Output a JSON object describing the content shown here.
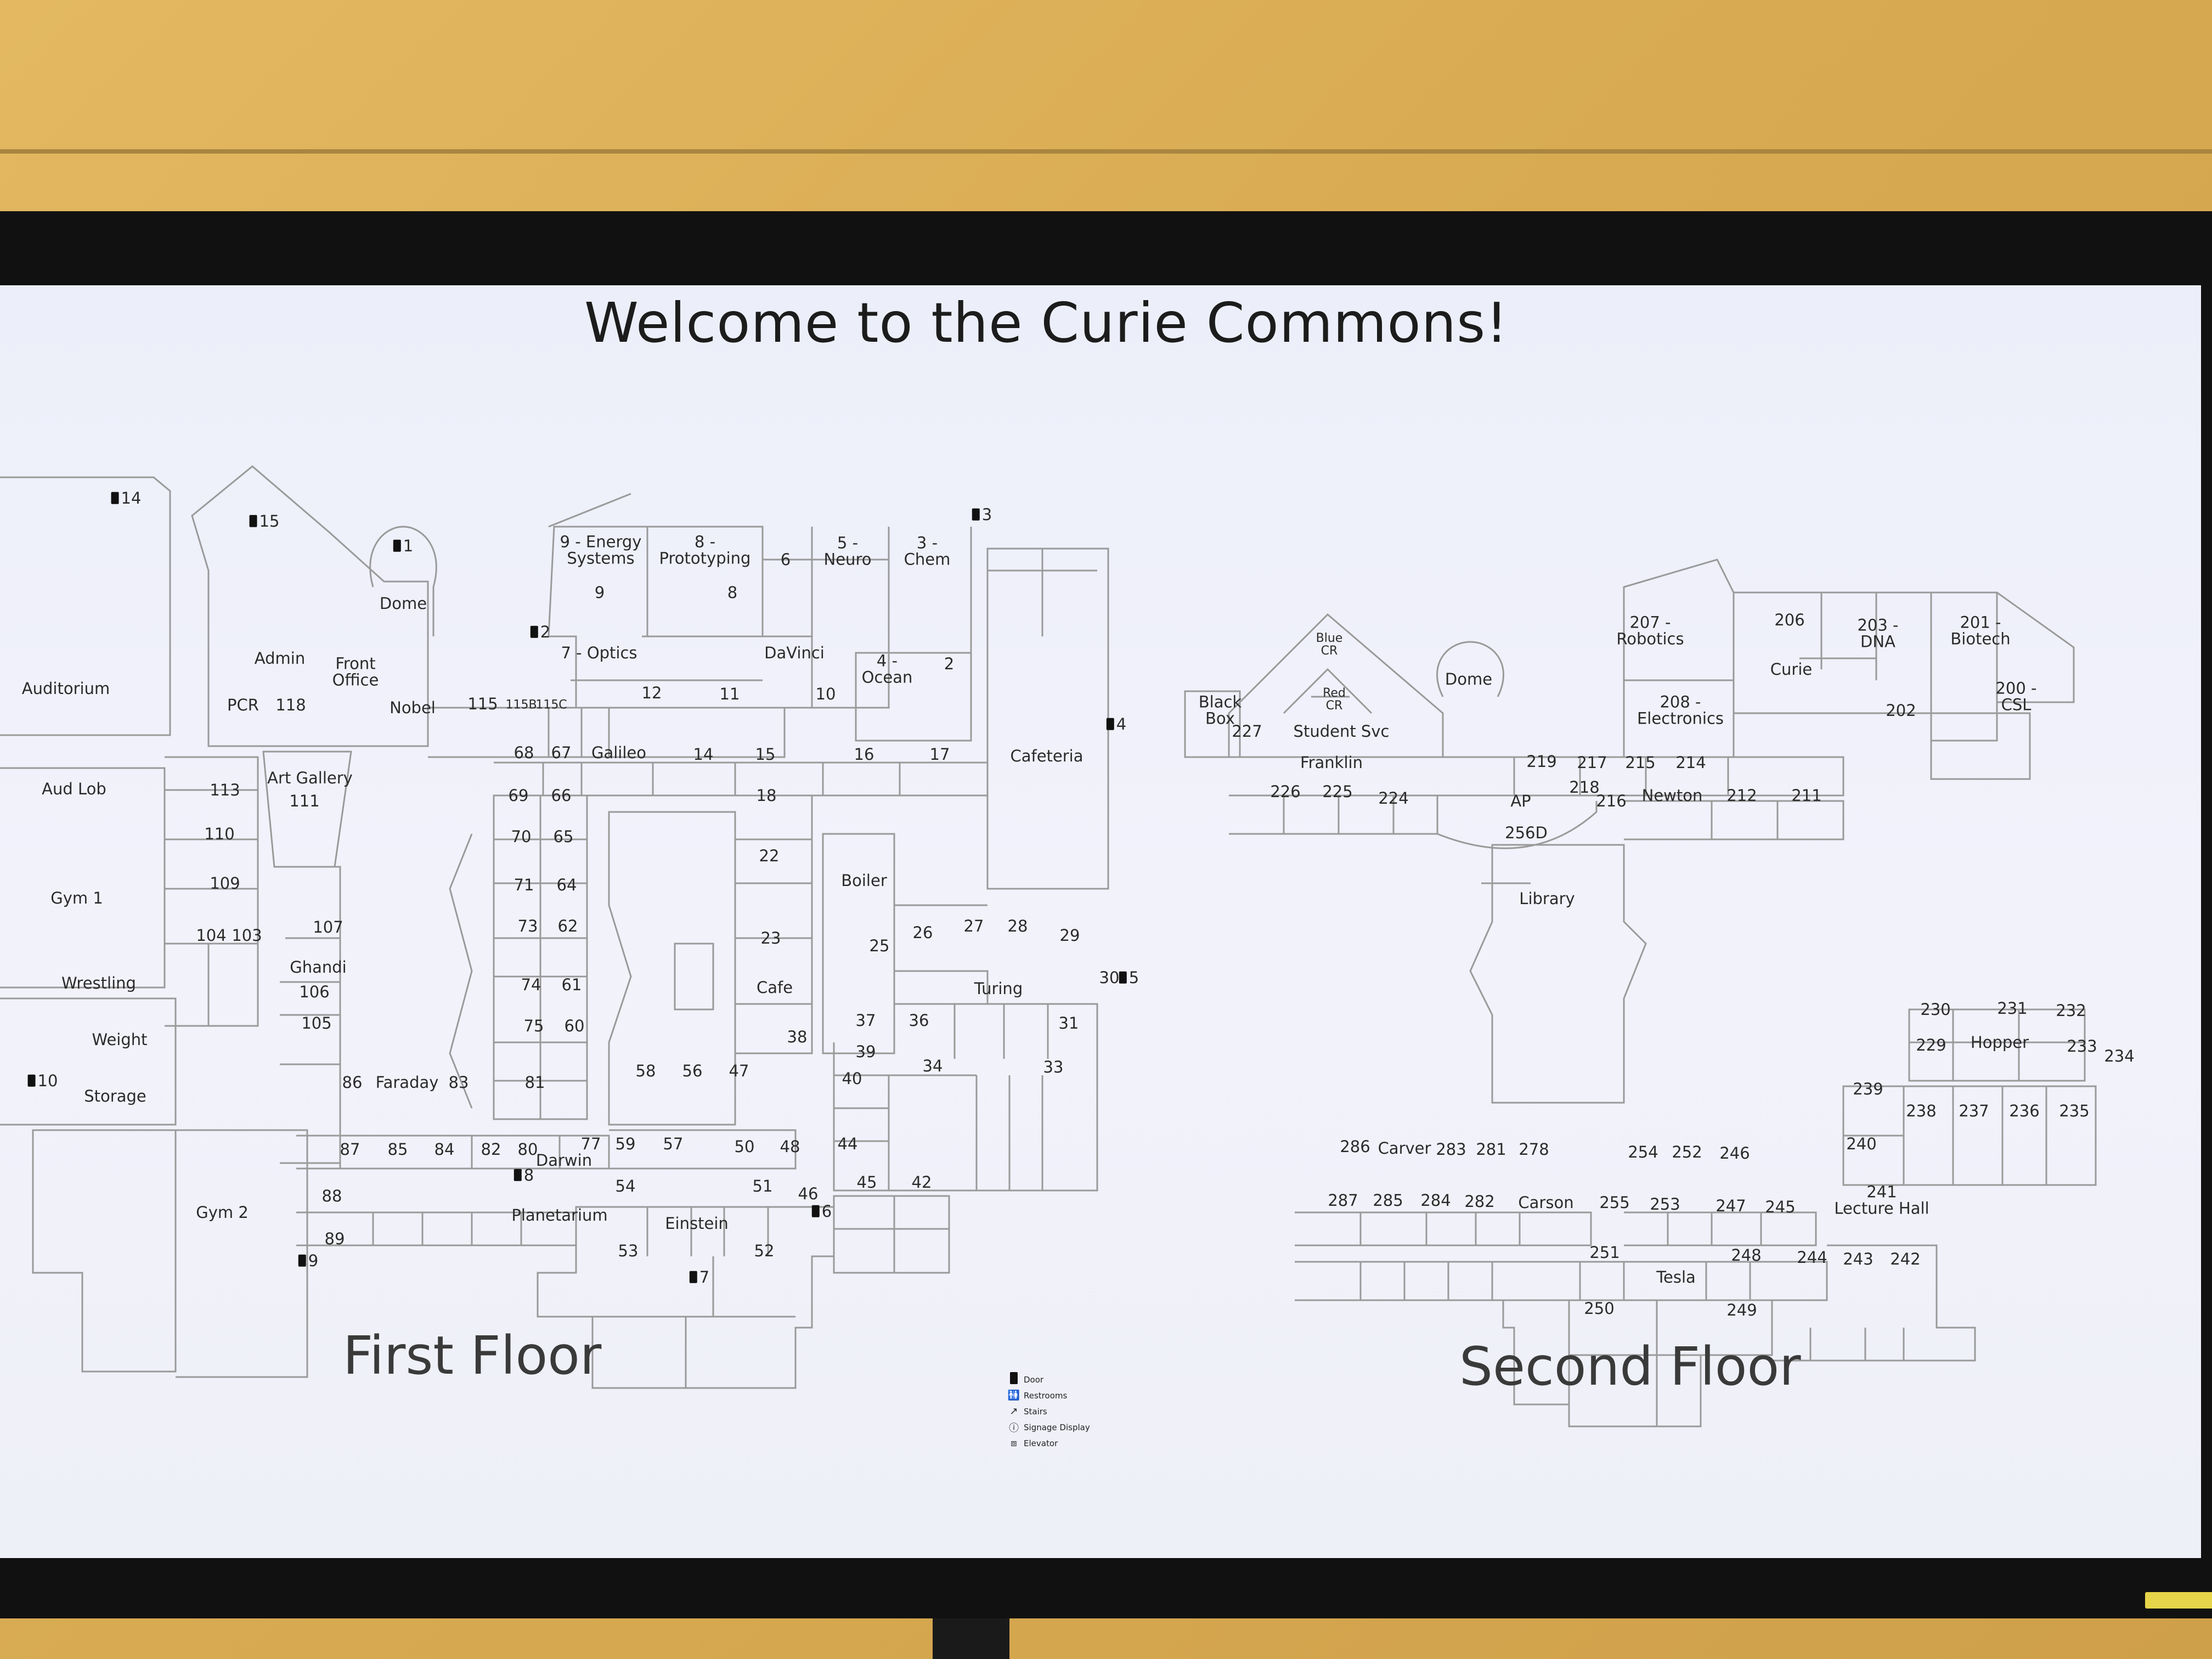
{
  "title": "Welcome to the Curie Commons!",
  "first_floor_label": "First Floor",
  "second_floor_label": "Second Floor",
  "legend": [
    {
      "icon": "door-icon",
      "label": "Door"
    },
    {
      "icon": "restroom-icon",
      "label": "Restrooms"
    },
    {
      "icon": "stairs-icon",
      "label": "Stairs"
    },
    {
      "icon": "signage-display-icon",
      "label": "Signage Display"
    },
    {
      "icon": "elevator-icon",
      "label": "Elevator"
    }
  ],
  "first_floor_rooms": {
    "auditorium": "Auditorium",
    "aud_lob": "Aud Lob",
    "gym1": "Gym 1",
    "wrestling": "Wrestling",
    "weight": "Weight",
    "storage": "Storage",
    "gym2": "Gym 2",
    "admin": "Admin",
    "front_office": "Front\nOffice",
    "pcr": "PCR",
    "r118": "118",
    "dome": "Dome",
    "nobel": "Nobel",
    "r115": "115",
    "r115b": "115B",
    "r115c": "115C",
    "art_gallery": "Art Gallery",
    "r111": "111",
    "r113": "113",
    "r110": "110",
    "r109": "109",
    "r104": "104",
    "r103": "103",
    "r107": "107",
    "ghandi": "Ghandi",
    "r106": "106",
    "r105": "105",
    "r86": "86",
    "faraday": "Faraday",
    "r83": "83",
    "r81": "81",
    "r87": "87",
    "r85": "85",
    "r84": "84",
    "r82": "82",
    "r80": "80",
    "r88": "88",
    "r89": "89",
    "energy": "9 - Energy\nSystems",
    "prototyping": "8 -\nPrototyping",
    "neuro": "5 -\nNeuro",
    "chem": "3 -\nChem",
    "r9": "9",
    "r8": "8",
    "r6": "6",
    "optics": "7 - Optics",
    "davinci": "DaVinci",
    "ocean": "4 -\nOcean",
    "r2": "2",
    "r12": "12",
    "r11": "11",
    "r10": "10",
    "r68": "68",
    "r67": "67",
    "galileo": "Galileo",
    "r14": "14",
    "r15": "15",
    "r16": "16",
    "r17": "17",
    "cafeteria": "Cafeteria",
    "r69": "69",
    "r66": "66",
    "r70": "70",
    "r65": "65",
    "r71": "71",
    "r64": "64",
    "r73": "73",
    "r62": "62",
    "r74": "74",
    "r61": "61",
    "r75": "75",
    "r60": "60",
    "r18": "18",
    "r22": "22",
    "r23": "23",
    "boiler": "Boiler",
    "r25": "25",
    "r26": "26",
    "r27": "27",
    "r28": "28",
    "r29": "29",
    "cafe": "Cafe",
    "turing": "Turing",
    "r30": "30",
    "r37": "37",
    "r36": "36",
    "r31": "31",
    "r38": "38",
    "r39": "39",
    "r34": "34",
    "r33": "33",
    "r40": "40",
    "r58": "58",
    "r56": "56",
    "r47": "47",
    "r77": "77",
    "r59": "59",
    "r57": "57",
    "r50": "50",
    "r48": "48",
    "r44": "44",
    "darwin": "Darwin",
    "r54": "54",
    "r51": "51",
    "r46": "46",
    "r45": "45",
    "r42": "42",
    "planetarium": "Planetarium",
    "einstein": "Einstein",
    "r53": "53",
    "r52": "52"
  },
  "doors": {
    "d14": "14",
    "d15": "15",
    "d1": "1",
    "d2": "2",
    "d3": "3",
    "d4": "4",
    "d5": "5",
    "d6": "6",
    "d7": "7",
    "d8": "8",
    "d9": "9",
    "d10": "10"
  },
  "second_floor_rooms": {
    "blue_cr": "Blue\nCR",
    "red_cr": "Red\nCR",
    "black_box": "Black\nBox",
    "r227": "227",
    "student_svc": "Student Svc",
    "franklin": "Franklin",
    "r226": "226",
    "r225": "225",
    "r224": "224",
    "dome2": "Dome",
    "r219": "219",
    "r217": "217",
    "r215": "215",
    "r214": "214",
    "r218": "218",
    "ap": "AP",
    "r216": "216",
    "newton": "Newton",
    "r212": "212",
    "r211": "211",
    "r256d": "256D",
    "library": "Library",
    "robotics": "207 -\nRobotics",
    "r206": "206",
    "dna": "203 -\nDNA",
    "biotech": "201 -\nBiotech",
    "curie": "Curie",
    "electronics": "208 -\nElectronics",
    "r202": "202",
    "csl": "200 -\nCSL",
    "r230": "230",
    "r231": "231",
    "r232": "232",
    "r229": "229",
    "hopper": "Hopper",
    "r233": "233",
    "r234": "234",
    "r239": "239",
    "r238": "238",
    "r237": "237",
    "r236": "236",
    "r235": "235",
    "r240": "240",
    "r286": "286",
    "carver": "Carver",
    "r283": "283",
    "r281": "281",
    "r278": "278",
    "r254": "254",
    "r252": "252",
    "r246": "246",
    "r287": "287",
    "r285": "285",
    "r284": "284",
    "r282": "282",
    "carson": "Carson",
    "r255": "255",
    "r253": "253",
    "r247": "247",
    "r245": "245",
    "lecture_hall": "241\nLecture Hall",
    "r251": "251",
    "r248": "248",
    "r244": "244",
    "r243": "243",
    "r242": "242",
    "tesla": "Tesla",
    "r250": "250",
    "r249": "249"
  },
  "colors": {
    "wall_line": "#9a9a9a",
    "text": "#2b2b2b",
    "screen_bg": "#eef0f8"
  }
}
